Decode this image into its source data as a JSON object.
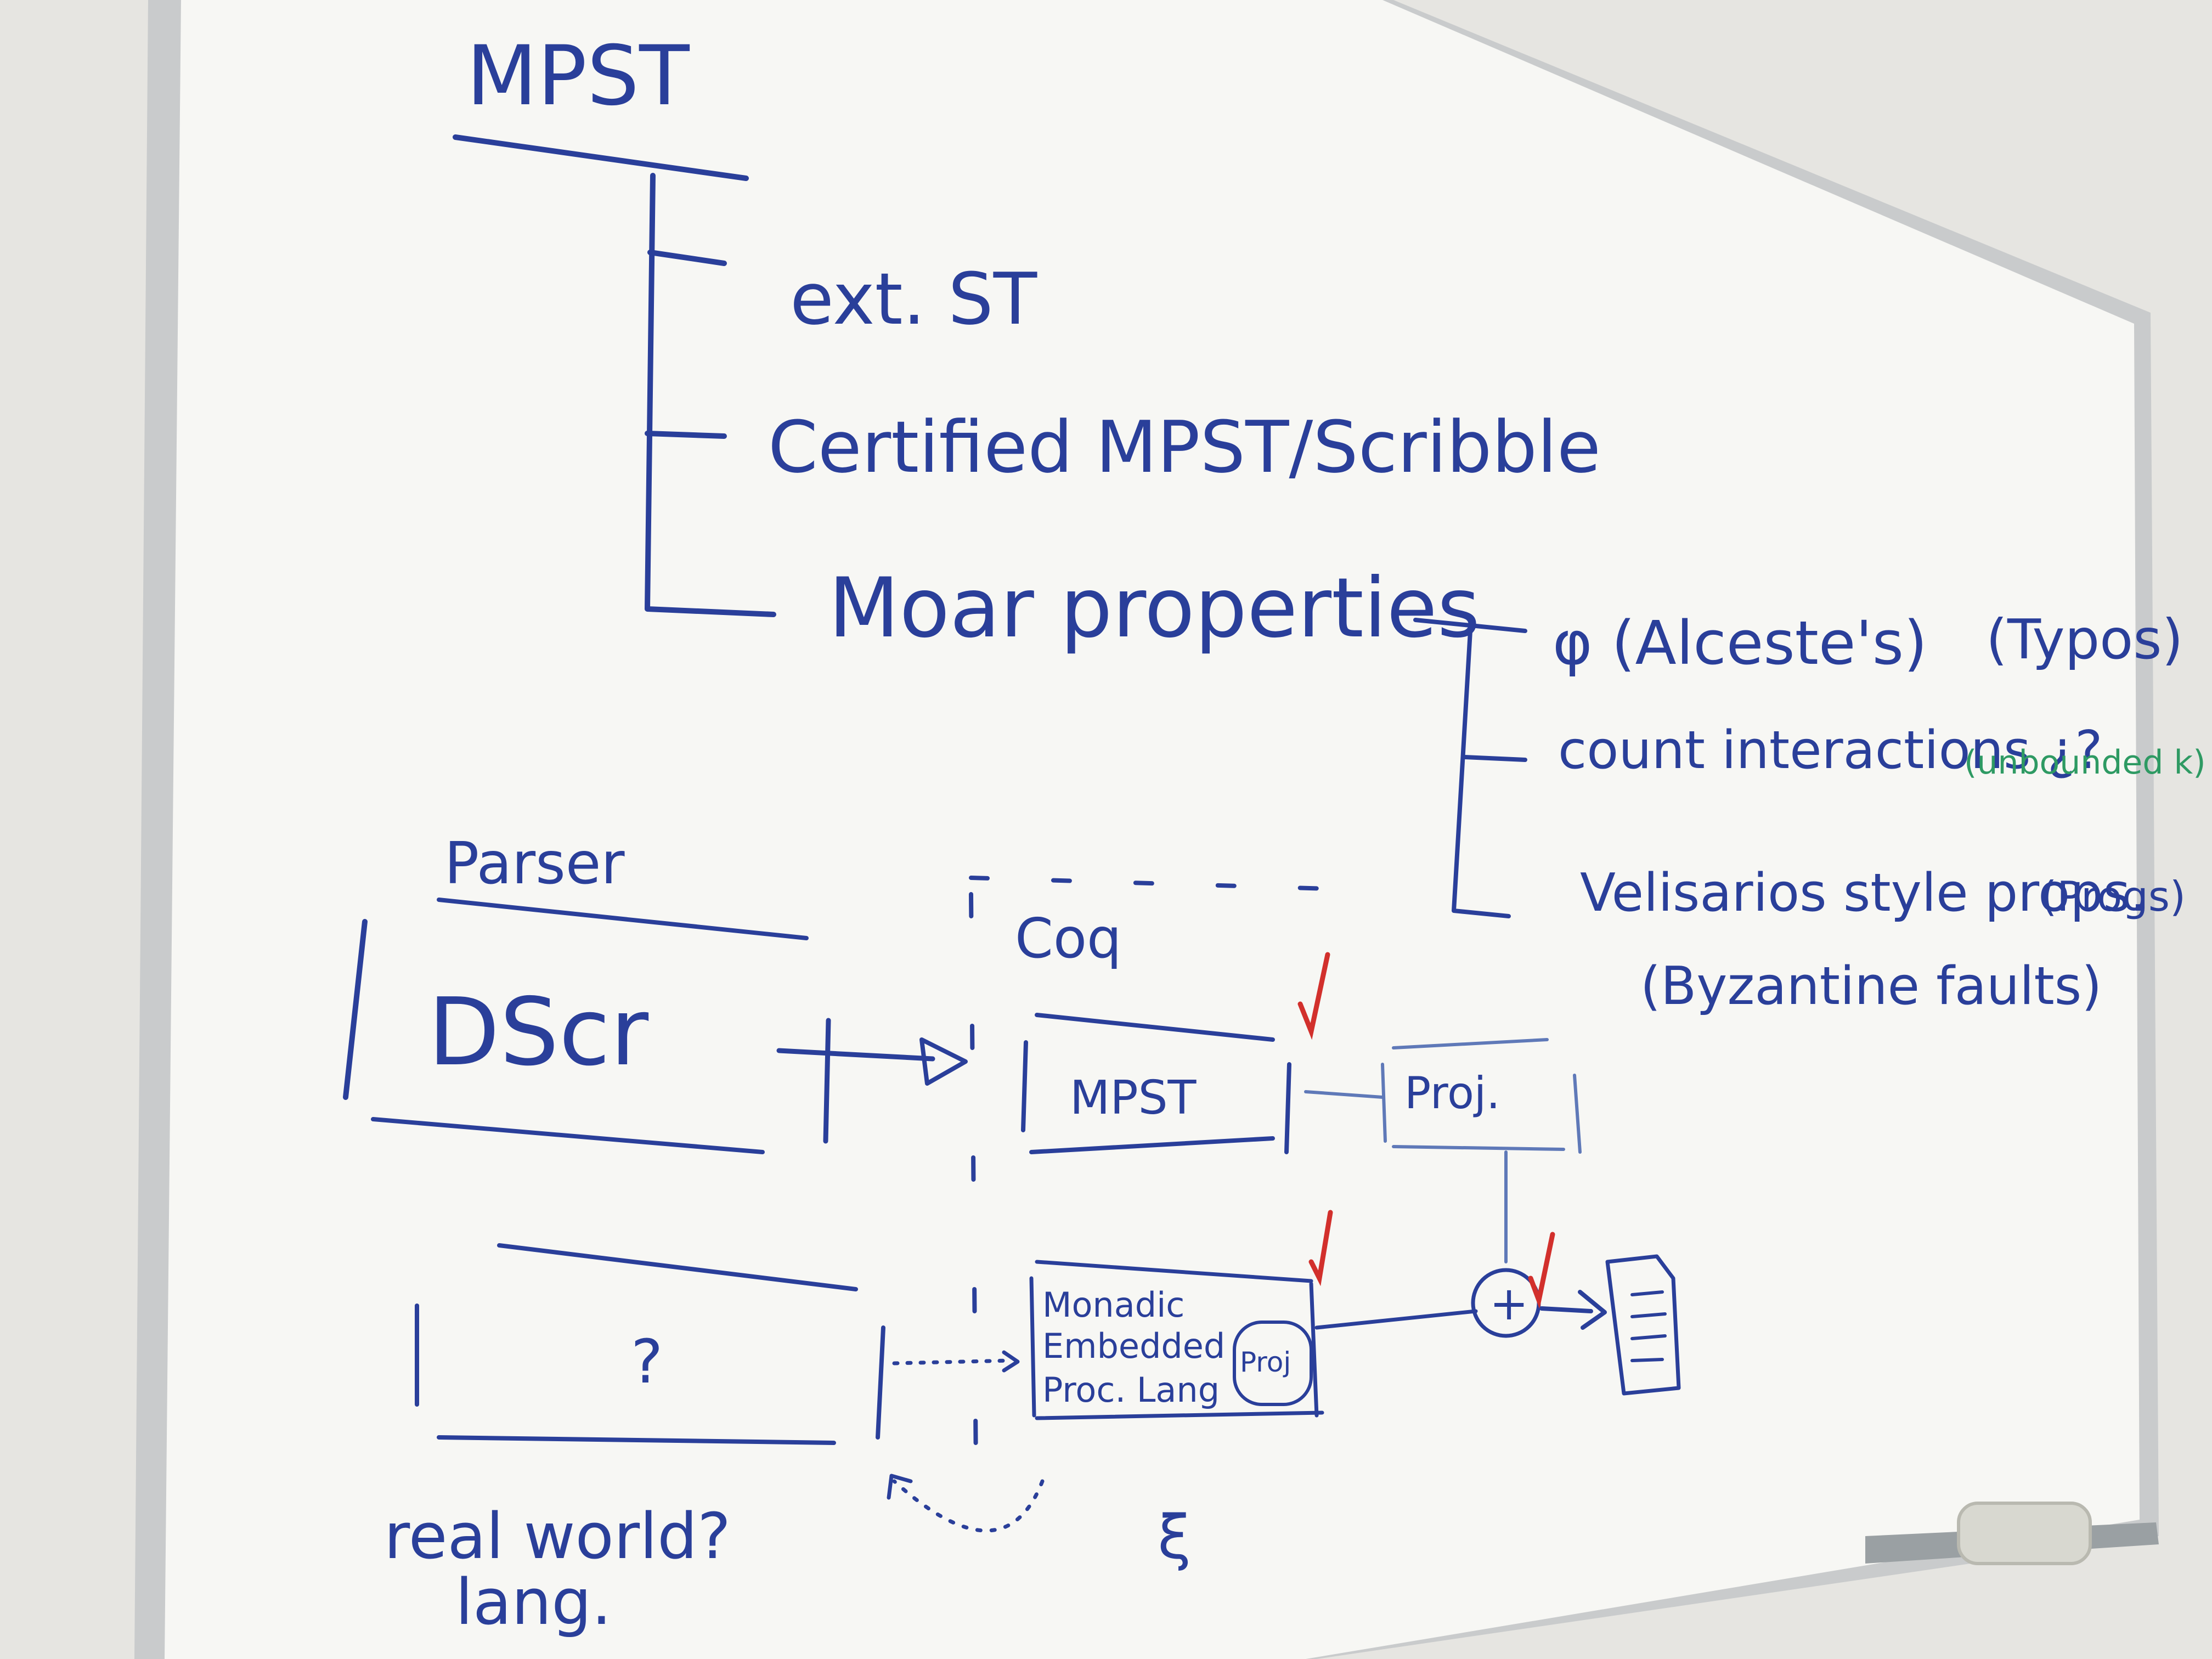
{
  "scene": {
    "description_free": true
  },
  "tree": {
    "root": "MPST",
    "children": [
      "ext. ST",
      "Certified MPST/Scribble",
      "Moar properties"
    ],
    "properties": [
      "φ (Alceste's)",
      "count interactions ¿?",
      "Velisarios style props.",
      "(Byzantine faults)"
    ],
    "annotations": {
      "typos": "(Typos)",
      "unbounded": "(unbounded k)",
      "progs": "(Progs)"
    }
  },
  "pipeline": {
    "parser_label": "Parser",
    "dscr": "DScr",
    "coq": "Coq",
    "mpst_box": "MPST",
    "proj": "Proj.",
    "question": "?",
    "monadic": [
      "Monadic",
      "Embedded",
      "Proc. Lang"
    ],
    "proj_small": "Proj",
    "real_world": [
      "real world?",
      "lang."
    ],
    "plus": "+",
    "squiggle": "ξ"
  },
  "colors": {
    "ink_blue": "#2a3f9a",
    "ink_red": "#d2302c",
    "ink_green": "#2e9a63",
    "board": "#f7f7f4",
    "wall": "#e9e8e4"
  }
}
